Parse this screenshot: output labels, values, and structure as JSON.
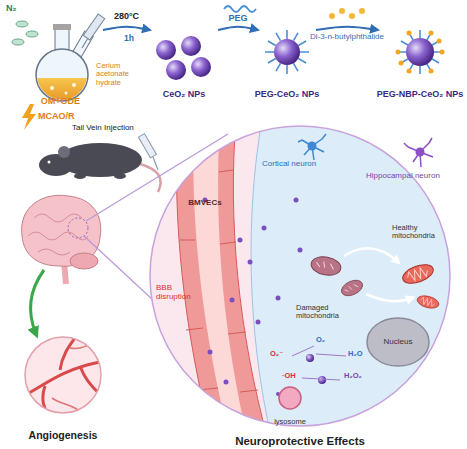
{
  "diagram": {
    "nodes": [
      {
        "text": [
          "OM+ODE"
        ]
      },
      {
        "text": [
          "CeO₂ NPs"
        ]
      },
      {
        "text": [
          "PEG-CeO₂ NPs"
        ]
      },
      {
        "text": [
          "PEG-NBP-CeO₂ NPs"
        ]
      },
      {
        "text": [
          "Neuroprotective Effects"
        ]
      },
      {
        "text": [
          "BMVECs"
        ],
        "in": 4
      },
      {
        "text": [
          "Nucleus"
        ],
        "in": 4
      },
      {
        "text": [
          "lysosome"
        ],
        "in": 4
      },
      {
        "text": [
          "Angiogenesis"
        ]
      }
    ],
    "edges": [
      {
        "from": 0,
        "to": 1,
        "label": "280°C",
        "arrow": "to"
      },
      {
        "from": 1,
        "to": 2,
        "label": "PEG",
        "arrow": "to"
      },
      {
        "from": 2,
        "to": 3,
        "label": "Di-3-n-butylphthalide",
        "arrow": "to"
      }
    ],
    "labels": [
      "N₂",
      "1h",
      "Cerium acetonate hydrate",
      "MCAO/R",
      "Tail Vein Injection",
      "Cortical neuron",
      "Hippocampal neuron",
      "BBB disruption",
      "Healthy mitochondria",
      "Damaged mitochondria",
      "O₂",
      "O₂⁻",
      "H₂O",
      "·OH",
      "H₂O₂"
    ]
  }
}
